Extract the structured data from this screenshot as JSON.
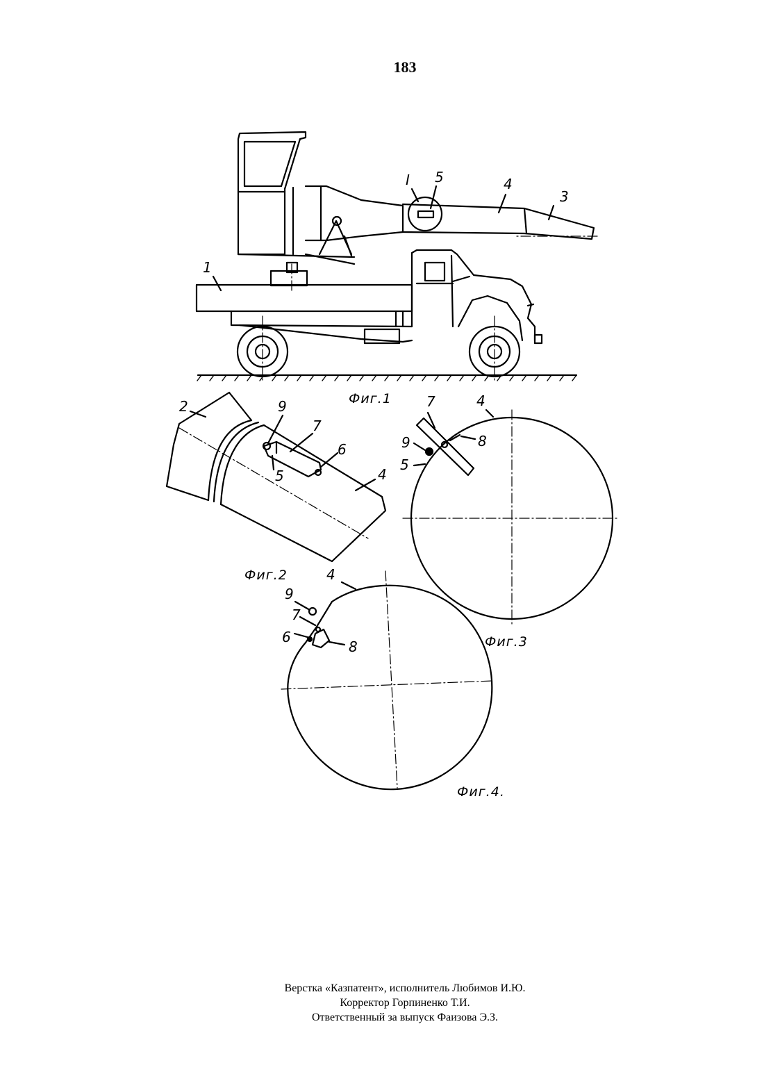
{
  "page_number": "183",
  "figures": {
    "fig1": {
      "caption": "Фиг.1",
      "labels": {
        "truck": "1",
        "bucket": "3",
        "boom": "4",
        "sensor": "5",
        "detail_mark": "I"
      }
    },
    "fig2": {
      "caption": "Фиг.2",
      "labels": {
        "section": "2",
        "boom": "4",
        "sensor": "5",
        "part6": "6",
        "part7": "7",
        "part9": "9"
      }
    },
    "fig3": {
      "caption": "Фиг.3",
      "labels": {
        "boom": "4",
        "sensor": "5",
        "part7": "7",
        "part8": "8",
        "part9": "9"
      }
    },
    "fig4": {
      "caption": "Фиг.4.",
      "labels": {
        "boom": "4",
        "part6": "6",
        "part7": "7",
        "part8": "8",
        "part9": "9"
      }
    }
  },
  "footer": {
    "line1": "Верстка «Казпатент», исполнитель Любимов И.Ю.",
    "line2": "Корректор Горпиненко Т.И.",
    "line3": "Ответственный за выпуск Фаизова Э.З."
  }
}
